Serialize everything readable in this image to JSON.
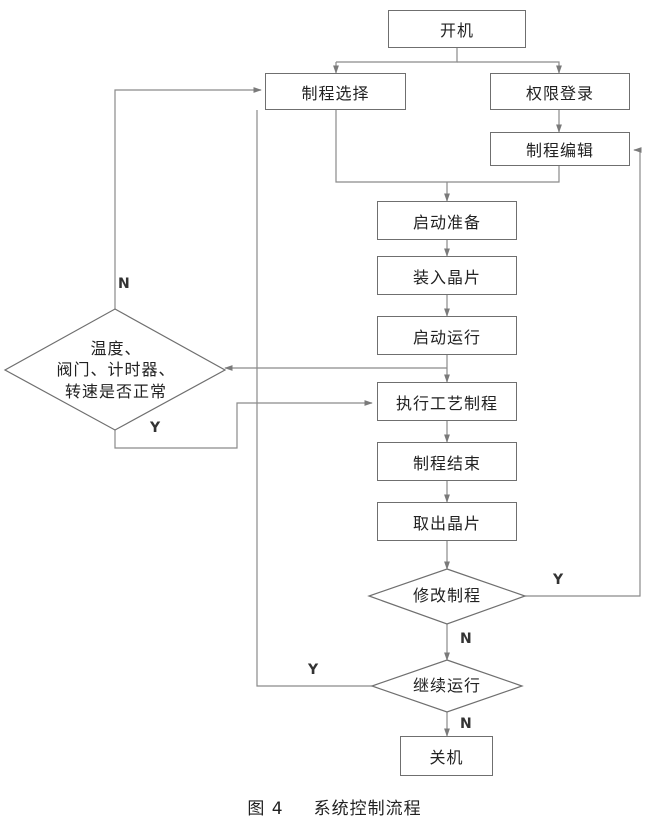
{
  "nodes": {
    "start": "开机",
    "process_select": "制程选择",
    "login": "权限登录",
    "process_edit": "制程编辑",
    "start_prepare": "启动准备",
    "load_wafer": "装入晶片",
    "start_run": "启动运行",
    "execute_process": "执行工艺制程",
    "process_end": "制程结束",
    "remove_wafer": "取出晶片",
    "modify_process": "修改制程",
    "continue_run": "继续运行",
    "shutdown": "关机"
  },
  "check": {
    "line1": "温度、",
    "line2": "阀门、计时器、",
    "line3": "转速是否正常"
  },
  "edge_labels": {
    "check_no": "N",
    "check_yes": "Y",
    "modify_yes": "Y",
    "modify_no": "N",
    "continue_yes": "Y",
    "continue_no": "N"
  },
  "caption": {
    "figure": "图 4",
    "title": "系统控制流程"
  }
}
